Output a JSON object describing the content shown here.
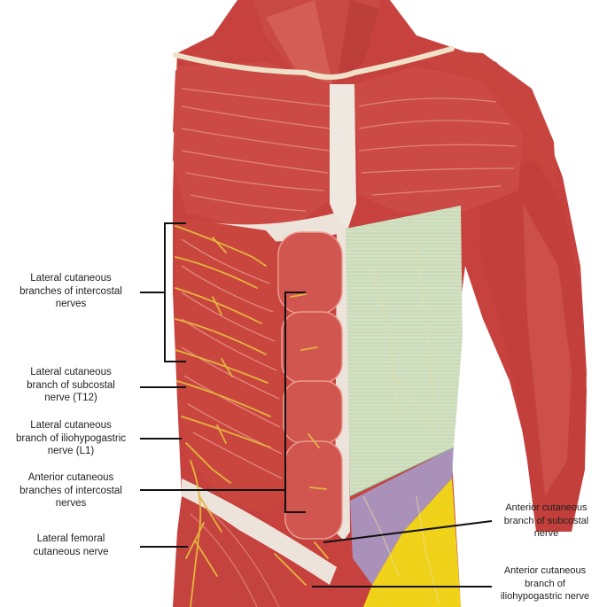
{
  "figure": {
    "labels": {
      "lateral_intercostal": "Lateral cutaneous\nbranches of intercostal\nnerves",
      "lateral_subcostal": "Lateral cutaneous\nbranch of subcostal\nnerve (T12)",
      "lateral_iliohypogastric": "Lateral cutaneous\nbranch of  iliohypogastric\nnerve (L1)",
      "anterior_intercostal": "Anterior cutaneous\nbranches of intercostal\nnerves",
      "lateral_femoral": "Lateral femoral\ncutaneous nerve",
      "anterior_subcostal": "Anterior cutaneous\nbranch of subcostal\nnerve",
      "anterior_iliohypogastric": "Anterior cutaneous\nbranch of\niliohypogastric nerve"
    },
    "colors": {
      "muscle": "#c7423f",
      "muscle_light": "#e58a80",
      "muscle_dark": "#962d2a",
      "fascia": "#f1ece6",
      "nerve": "#e3b43d",
      "green_dermatome": "#cfe3c2",
      "purple_dermatome": "#a59ac8",
      "yellow_dermatome": "#f0d21a",
      "leader_line": "#111111"
    }
  }
}
